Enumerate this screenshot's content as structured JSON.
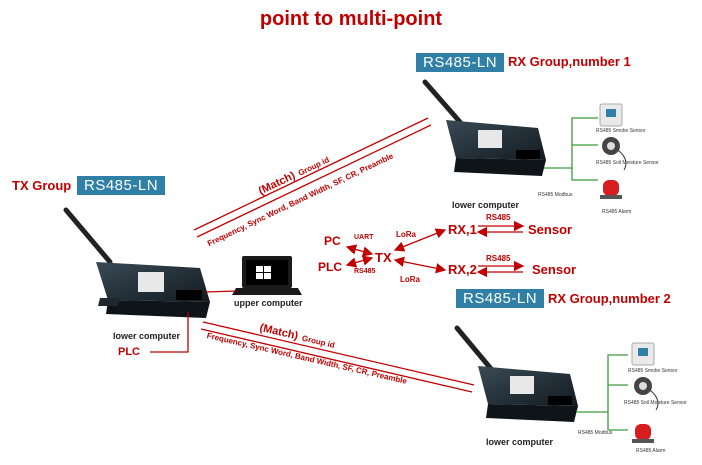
{
  "title": "point to multi-point",
  "product": "RS485-LN",
  "tx_group": {
    "label": "TX Group",
    "lower_computer": "lower computer",
    "plc": "PLC"
  },
  "upper_computer": "upper computer",
  "rx_group_1": {
    "label": "RX Group,number 1",
    "lower_computer": "lower computer",
    "modbus": "RS485 Modbus"
  },
  "rx_group_2": {
    "label": "RX Group,number 2",
    "lower_computer": "lower computer",
    "modbus": "RS485 Modbus"
  },
  "links": {
    "match": "(Match)",
    "group_id": "Group id",
    "params": "Frequency, Sync Word, Band Width, SF, CR, Preamble"
  },
  "flow": {
    "pc": "PC",
    "plc": "PLC",
    "uart": "UART",
    "rs485": "RS485",
    "tx": "TX",
    "lora": "LoRa",
    "rx1": "RX,1",
    "rx2": "RX,2",
    "sensor": "Sensor"
  },
  "sensors": [
    "RS485 Smoke Sensor",
    "RS485 Soil Moisture Sensor",
    "RS485 Alarm"
  ],
  "colors": {
    "accent_red": "#c00000",
    "badge_blue": "#2f7fa6",
    "wire_green": "#3c9a3c"
  }
}
